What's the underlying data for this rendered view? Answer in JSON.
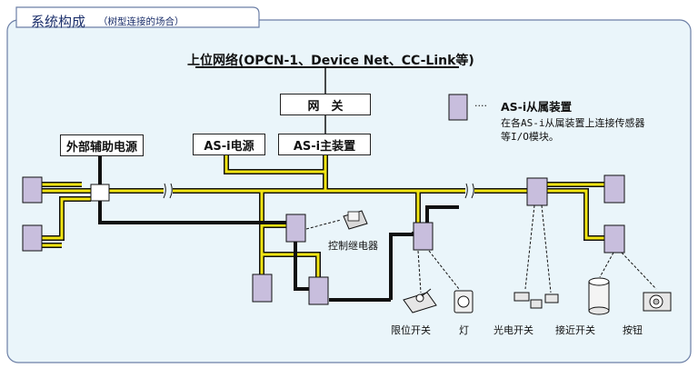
{
  "header": {
    "title": "系统构成",
    "subtitle": "（树型连接的场合）"
  },
  "network": {
    "upper_network": "上位网络(OPCN-1、Device Net、CC-Link等)",
    "gateway": "网　关",
    "as_i_power": "AS-i电源",
    "as_i_master": "AS-i主装置",
    "external_power": "外部辅助电源"
  },
  "legend": {
    "dots": "····",
    "title": "AS-i从属装置",
    "line1": "在各AS-i从属装置上连接传感器",
    "line2": "等I/O模块。"
  },
  "devices": {
    "relay": "控制继电器",
    "limit_switch": "限位开关",
    "lamp": "灯",
    "photo_switch": "光电开关",
    "proximity_switch": "接近开关",
    "button": "按钮"
  },
  "colors": {
    "bus_yellow": "#F2E512",
    "aux_black": "#111111",
    "slave_fill": "#C8BEDD",
    "panel_bg": "#EAF5FA",
    "frame_blue": "#6C7FA6"
  }
}
